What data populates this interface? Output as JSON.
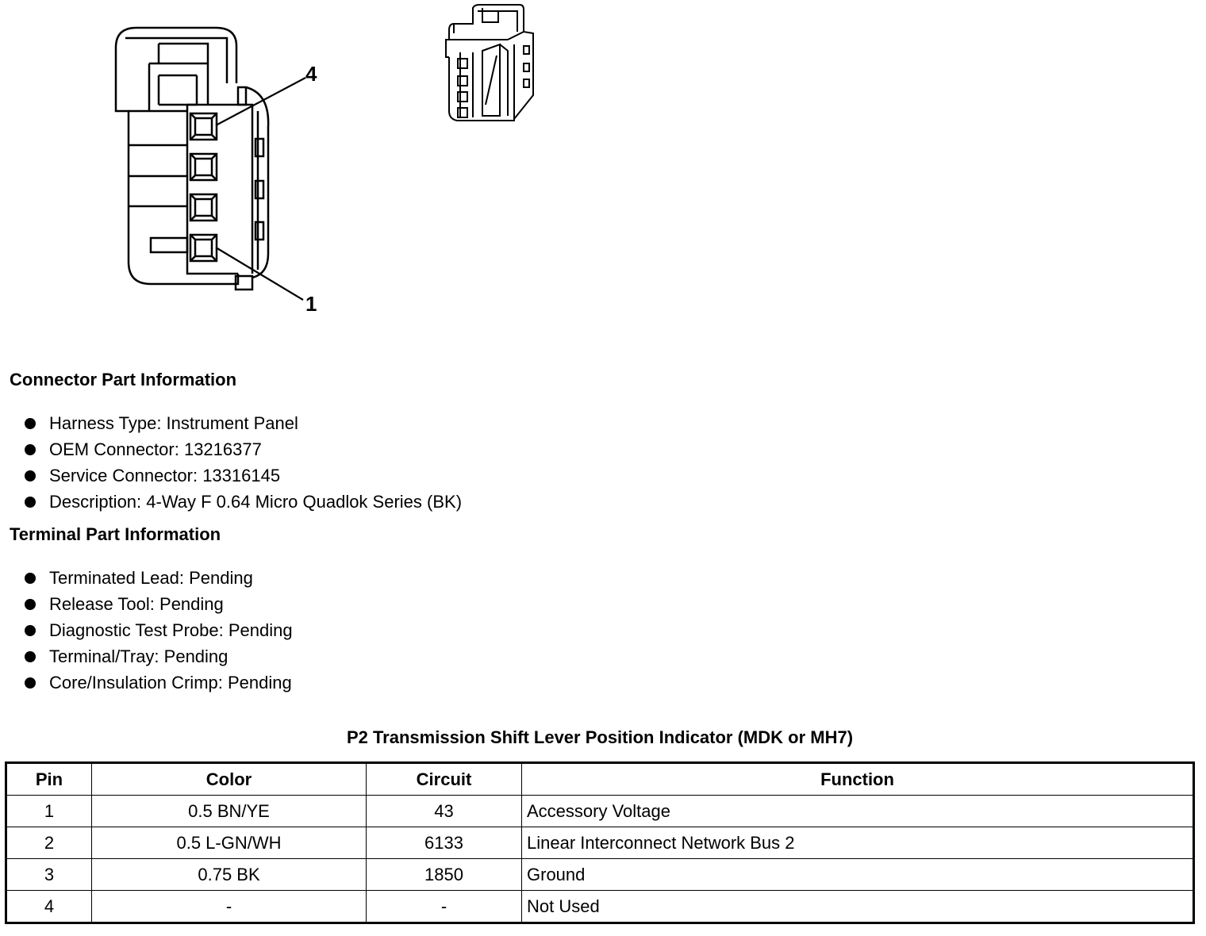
{
  "figure": {
    "callout_top": "4",
    "callout_bottom": "1"
  },
  "connector_section": {
    "title": "Connector Part Information",
    "items": [
      "Harness Type: Instrument Panel",
      "OEM Connector: 13216377",
      "Service Connector: 13316145",
      "Description: 4-Way F 0.64 Micro Quadlok Series (BK)"
    ]
  },
  "terminal_section": {
    "title": "Terminal Part Information",
    "items": [
      "Terminated Lead: Pending",
      "Release Tool: Pending",
      "Diagnostic Test Probe: Pending",
      "Terminal/Tray: Pending",
      "Core/Insulation Crimp: Pending"
    ]
  },
  "pinout": {
    "title": "P2 Transmission Shift Lever Position Indicator (MDK or MH7)",
    "headers": [
      "Pin",
      "Color",
      "Circuit",
      "Function"
    ],
    "rows": [
      [
        "1",
        "0.5 BN/YE",
        "43",
        "Accessory Voltage"
      ],
      [
        "2",
        "0.5 L-GN/WH",
        "6133",
        "Linear Interconnect Network Bus 2"
      ],
      [
        "3",
        "0.75 BK",
        "1850",
        "Ground"
      ],
      [
        "4",
        "-",
        "-",
        "Not Used"
      ]
    ]
  }
}
